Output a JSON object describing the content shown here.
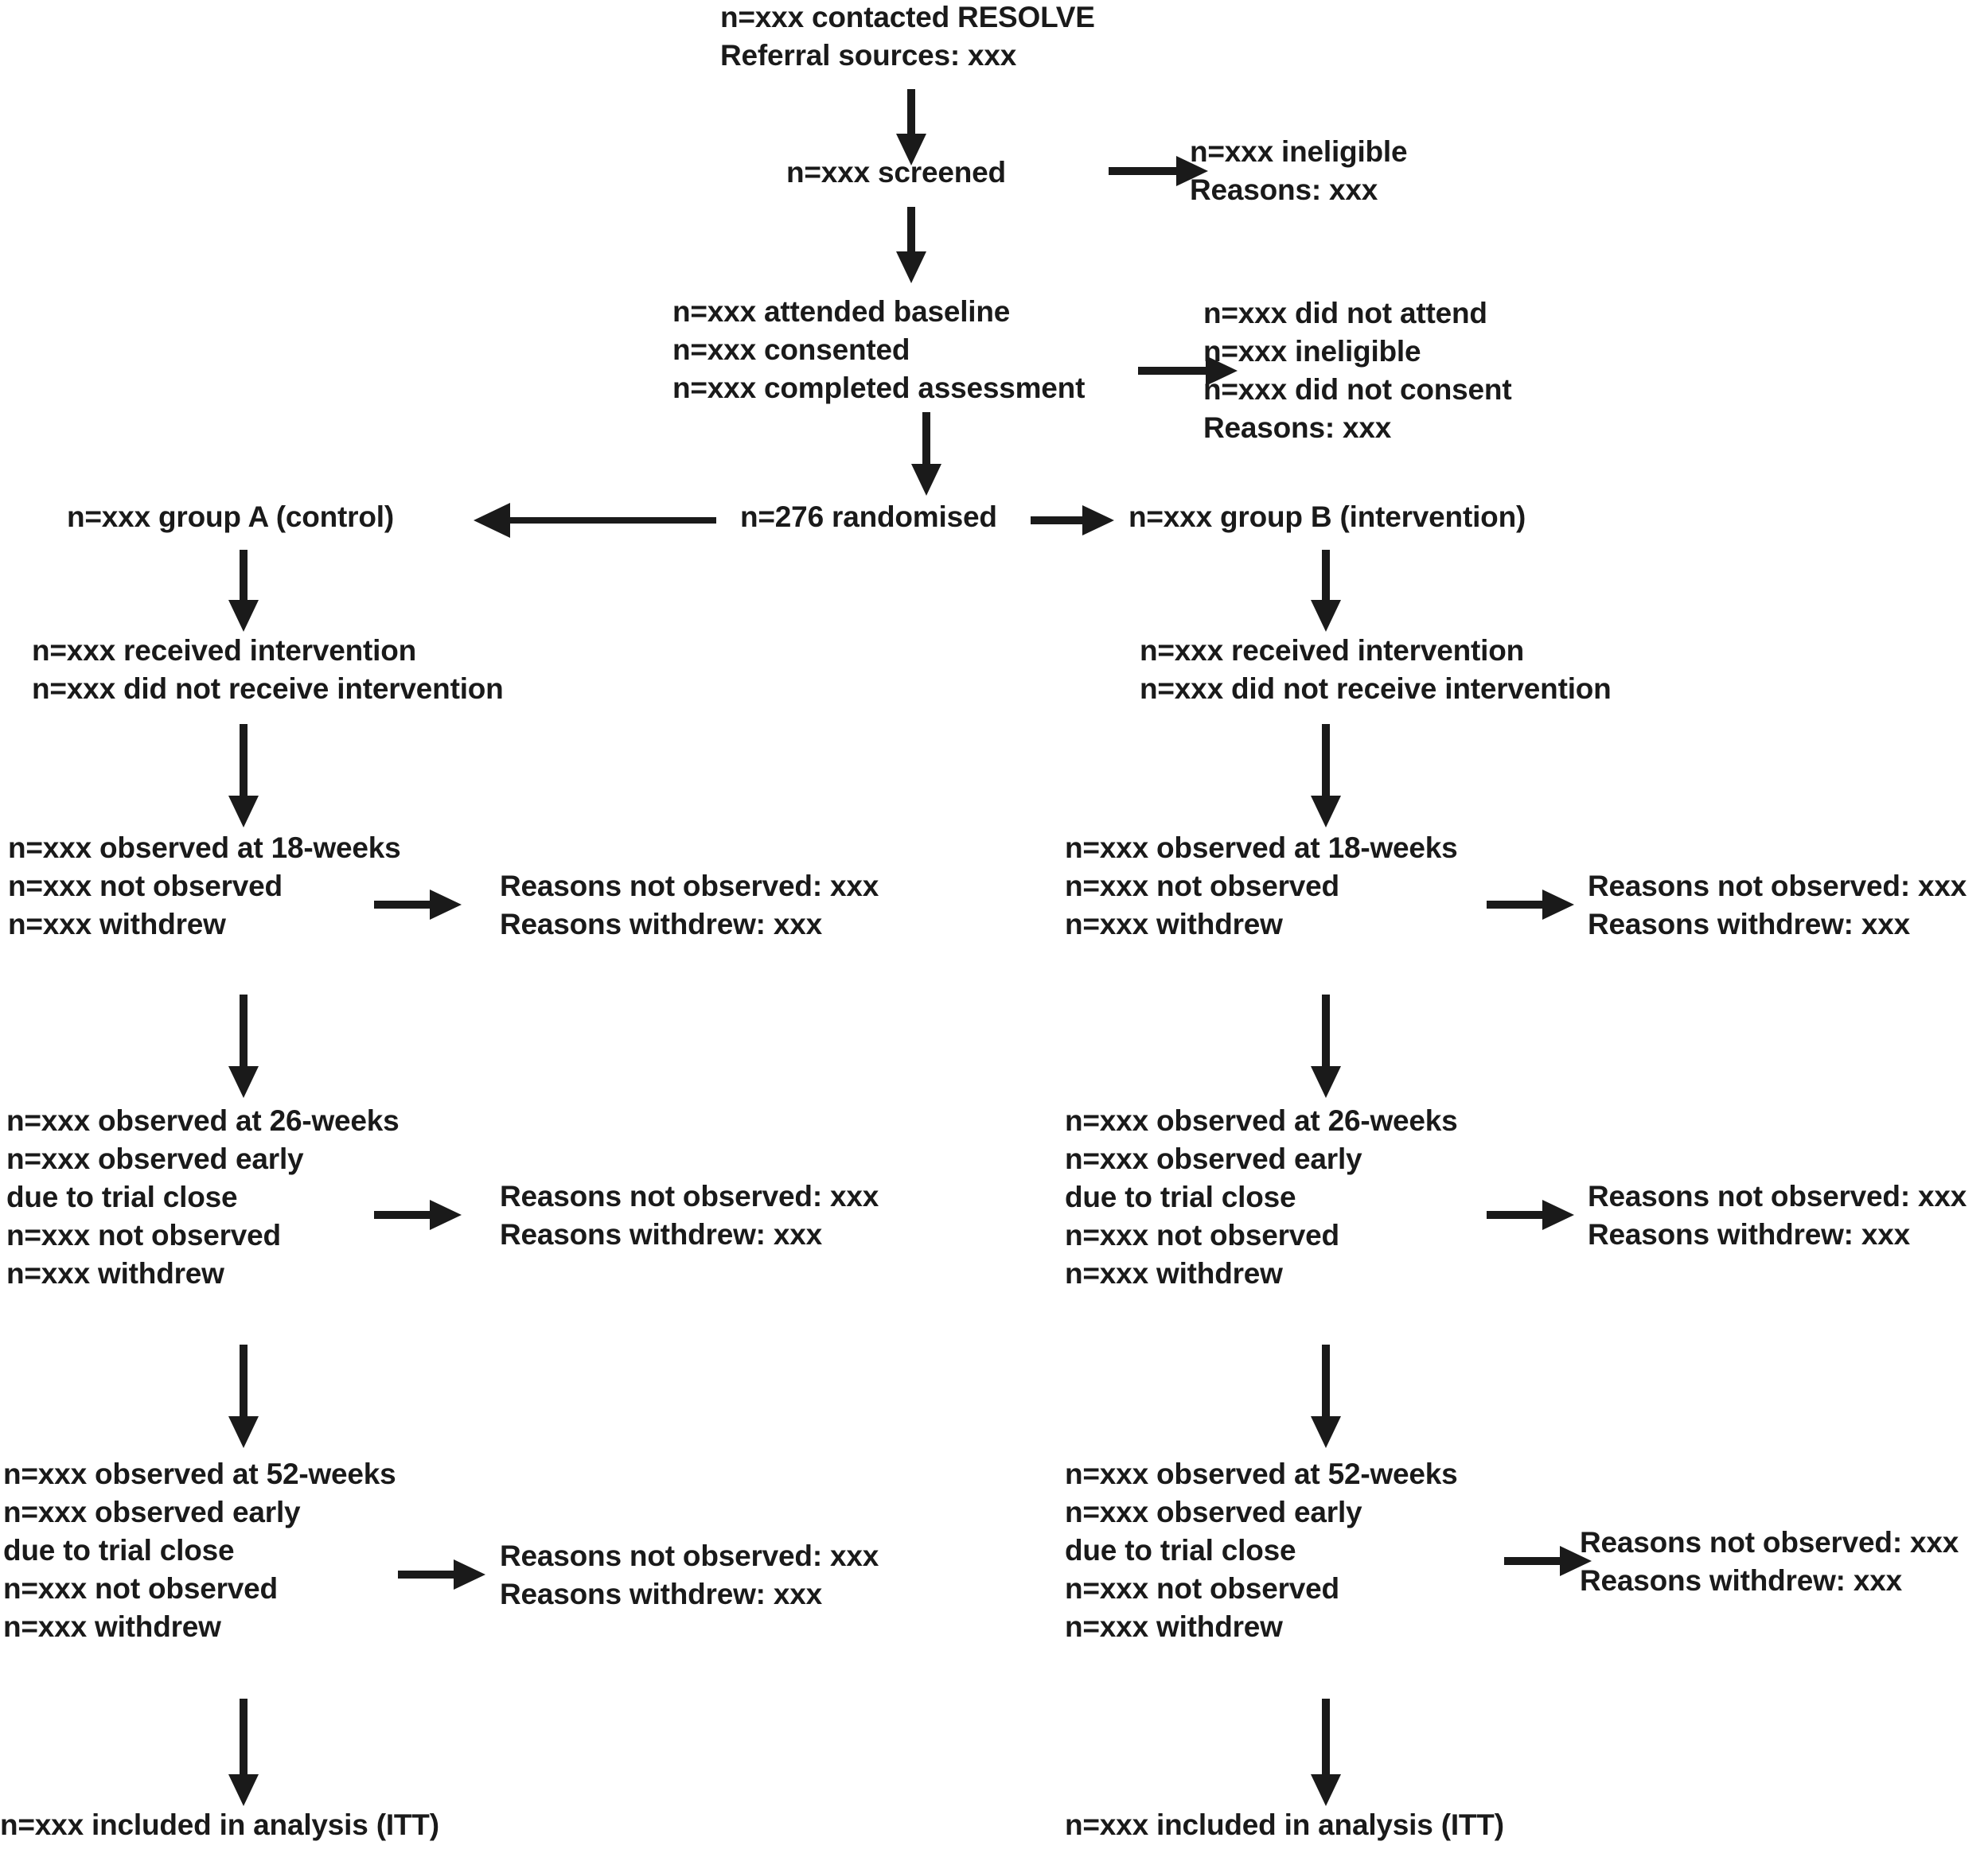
{
  "diagram": {
    "title": "CONSORT participant flow diagram",
    "color": "#1a1a1a",
    "background": "#ffffff"
  },
  "nodes": {
    "contacted": {
      "line1": "n=xxx contacted RESOLVE",
      "line2": "Referral sources: xxx"
    },
    "screened": {
      "line1": "n=xxx screened"
    },
    "ineligible": {
      "line1": "n=xxx ineligible",
      "line2": "Reasons: xxx"
    },
    "baseline": {
      "line1": "n=xxx attended baseline",
      "line2": "n=xxx consented",
      "line3": "n=xxx completed assessment"
    },
    "baseline_excluded": {
      "line1": "n=xxx did not attend",
      "line2": "n=xxx ineligible",
      "line3": "n=xxx did not consent",
      "line4": "Reasons: xxx"
    },
    "randomised": {
      "line1": "n=276 randomised"
    },
    "group_a": {
      "line1": "n=xxx group A (control)"
    },
    "group_b": {
      "line1": "n=xxx group B (intervention)"
    },
    "a_intervention": {
      "line1": "n=xxx received intervention",
      "line2": "n=xxx did not receive intervention"
    },
    "b_intervention": {
      "line1": "n=xxx received intervention",
      "line2": "n=xxx did not receive intervention"
    },
    "a_18w": {
      "line1": "n=xxx observed at 18-weeks",
      "line2": "n=xxx not observed",
      "line3": "n=xxx withdrew"
    },
    "a_18w_reasons": {
      "line1": "Reasons not observed: xxx",
      "line2": "Reasons withdrew: xxx"
    },
    "b_18w": {
      "line1": "n=xxx observed at 18-weeks",
      "line2": "n=xxx not observed",
      "line3": "n=xxx withdrew"
    },
    "b_18w_reasons": {
      "line1": "Reasons not observed: xxx",
      "line2": "Reasons withdrew: xxx"
    },
    "a_26w": {
      "line1": "n=xxx observed at 26-weeks",
      "line2": "n=xxx observed early",
      "line3": "due to trial close",
      "line4": "n=xxx not observed",
      "line5": "n=xxx withdrew"
    },
    "a_26w_reasons": {
      "line1": "Reasons not observed: xxx",
      "line2": "Reasons withdrew: xxx"
    },
    "b_26w": {
      "line1": "n=xxx observed at 26-weeks",
      "line2": "n=xxx observed early",
      "line3": "due to trial close",
      "line4": "n=xxx not observed",
      "line5": "n=xxx withdrew"
    },
    "b_26w_reasons": {
      "line1": "Reasons not observed: xxx",
      "line2": "Reasons withdrew: xxx"
    },
    "a_52w": {
      "line1": "n=xxx observed at 52-weeks",
      "line2": "n=xxx observed early",
      "line3": "due to trial close",
      "line4": "n=xxx not observed",
      "line5": "n=xxx withdrew"
    },
    "a_52w_reasons": {
      "line1": "Reasons not observed: xxx",
      "line2": "Reasons withdrew: xxx"
    },
    "b_52w": {
      "line1": "n=xxx observed at 52-weeks",
      "line2": "n=xxx observed early",
      "line3": "due to trial close",
      "line4": "n=xxx not observed",
      "line5": "n=xxx withdrew"
    },
    "b_52w_reasons": {
      "line1": "Reasons not observed: xxx",
      "line2": "Reasons withdrew: xxx"
    },
    "a_itt": {
      "line1": "n=xxx included in analysis (ITT)"
    },
    "b_itt": {
      "line1": "n=xxx included in analysis (ITT)"
    }
  }
}
